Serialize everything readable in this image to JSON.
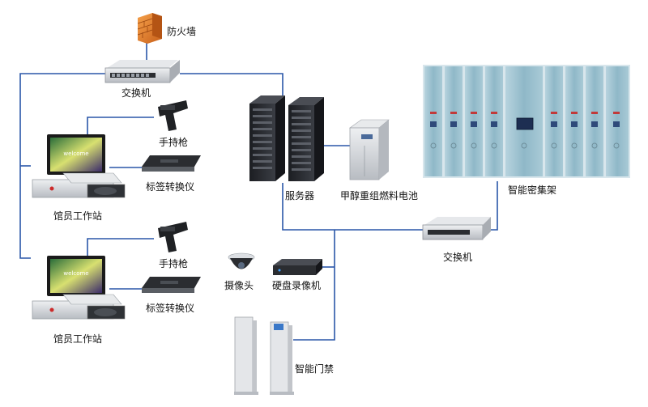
{
  "labels": {
    "firewall": "防火墙",
    "switch_top": "交换机",
    "scanner_1": "手持枪",
    "converter_1": "标签转换仪",
    "workstation_1": "馆员工作站",
    "scanner_2": "手持枪",
    "converter_2": "标签转换仪",
    "workstation_2": "馆员工作站",
    "server": "服务器",
    "fuel_cell": "甲醇重组燃料电池",
    "shelves": "智能密集架",
    "switch_bottom": "交换机",
    "camera": "摄像头",
    "dvr": "硬盘录像机",
    "gate": "智能门禁"
  },
  "screens": {
    "welcome_1": "welcome",
    "welcome_2": "welcome"
  },
  "colors": {
    "link": "#2a56a8",
    "firewall": "#e8822a",
    "device_silver": "#d4d6da",
    "device_dark": "#2b2d31",
    "shelf": "#9fc2cf"
  }
}
